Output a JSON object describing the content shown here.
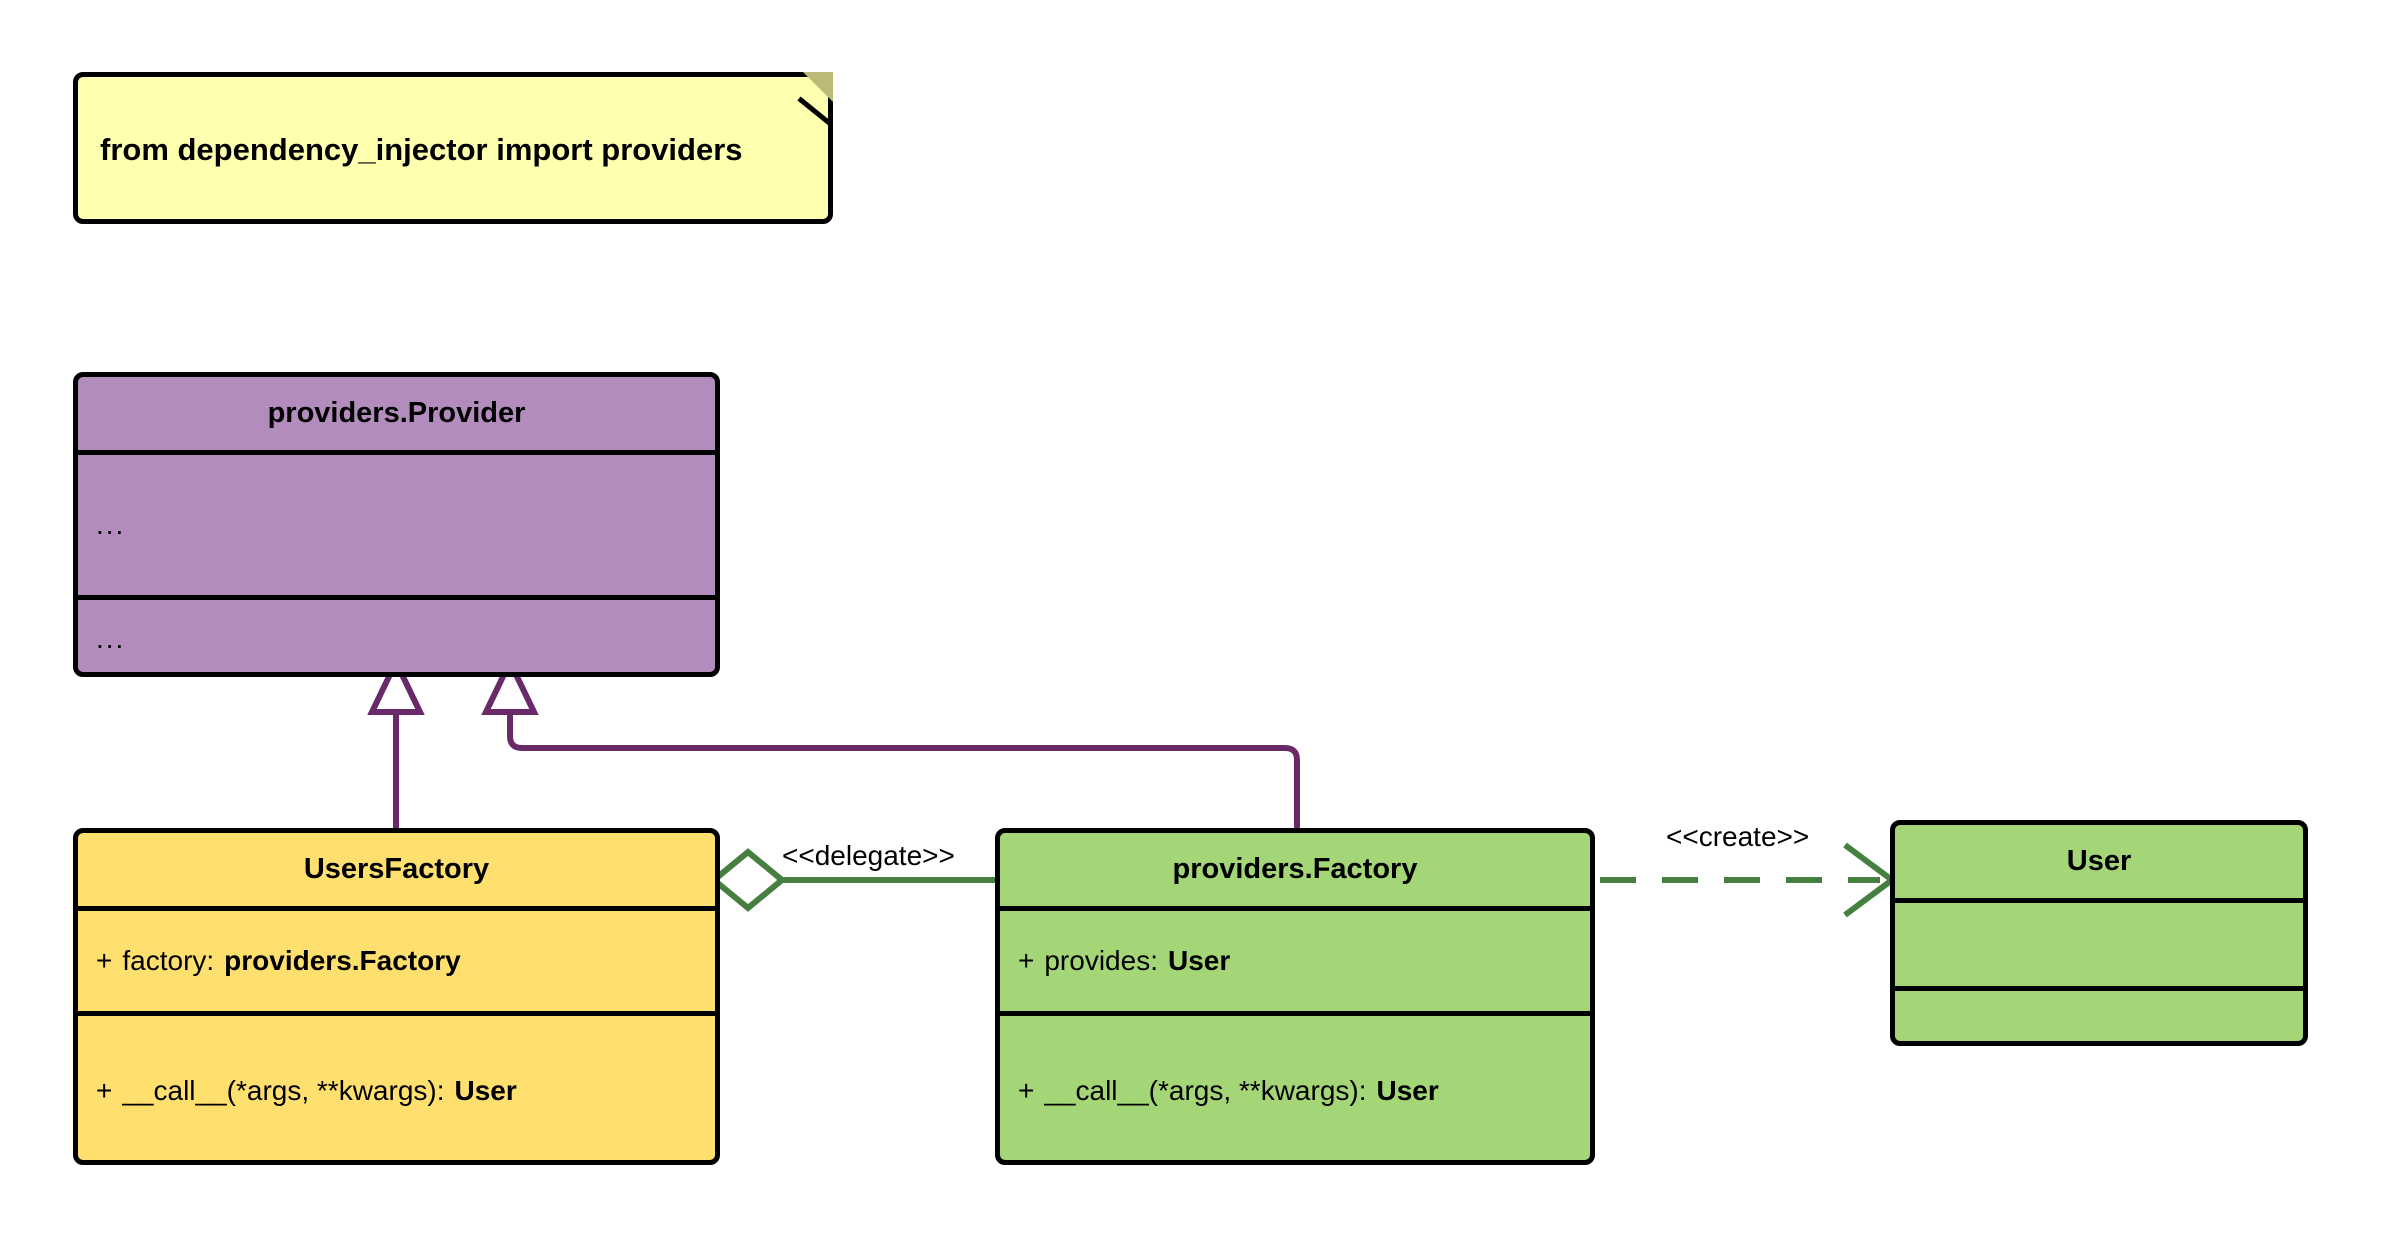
{
  "diagram": {
    "type": "uml-class-diagram",
    "background": "#ffffff",
    "colors": {
      "note_fill": "#ffffb0",
      "note_fold": "#bdb977",
      "provider_fill": "#b28cbd",
      "users_factory_fill": "#ffdf6e",
      "factory_fill": "#a4d678",
      "user_fill": "#a4d678",
      "border": "#000000",
      "generalization_stroke": "#682a68",
      "association_stroke": "#468040"
    }
  },
  "note": {
    "text": "from dependency_injector import providers"
  },
  "classes": {
    "provider": {
      "name": "providers.Provider",
      "attributes": [
        "..."
      ],
      "operations": [
        "..."
      ]
    },
    "users_factory": {
      "name": "UsersFactory",
      "attributes": [
        {
          "visibility": "+",
          "label": "factory:",
          "type": "providers.Factory"
        }
      ],
      "operations": [
        {
          "visibility": "+",
          "label": "__call__(*args, **kwargs):",
          "type": "User"
        }
      ]
    },
    "factory": {
      "name": "providers.Factory",
      "attributes": [
        {
          "visibility": "+",
          "label": "provides:",
          "type": "User"
        }
      ],
      "operations": [
        {
          "visibility": "+",
          "label": "__call__(*args, **kwargs):",
          "type": "User"
        }
      ]
    },
    "user": {
      "name": "User",
      "attributes": [],
      "operations": []
    }
  },
  "relationships": {
    "users_factory_inherits_provider": {
      "kind": "generalization",
      "source": "UsersFactory",
      "target": "providers.Provider",
      "label": ""
    },
    "factory_inherits_provider": {
      "kind": "generalization",
      "source": "providers.Factory",
      "target": "providers.Provider",
      "label": ""
    },
    "users_factory_delegates": {
      "kind": "aggregation",
      "source": "UsersFactory",
      "target": "providers.Factory",
      "label": "<<delegate>>"
    },
    "factory_creates_user": {
      "kind": "dependency",
      "source": "providers.Factory",
      "target": "User",
      "label": "<<create>>"
    }
  }
}
